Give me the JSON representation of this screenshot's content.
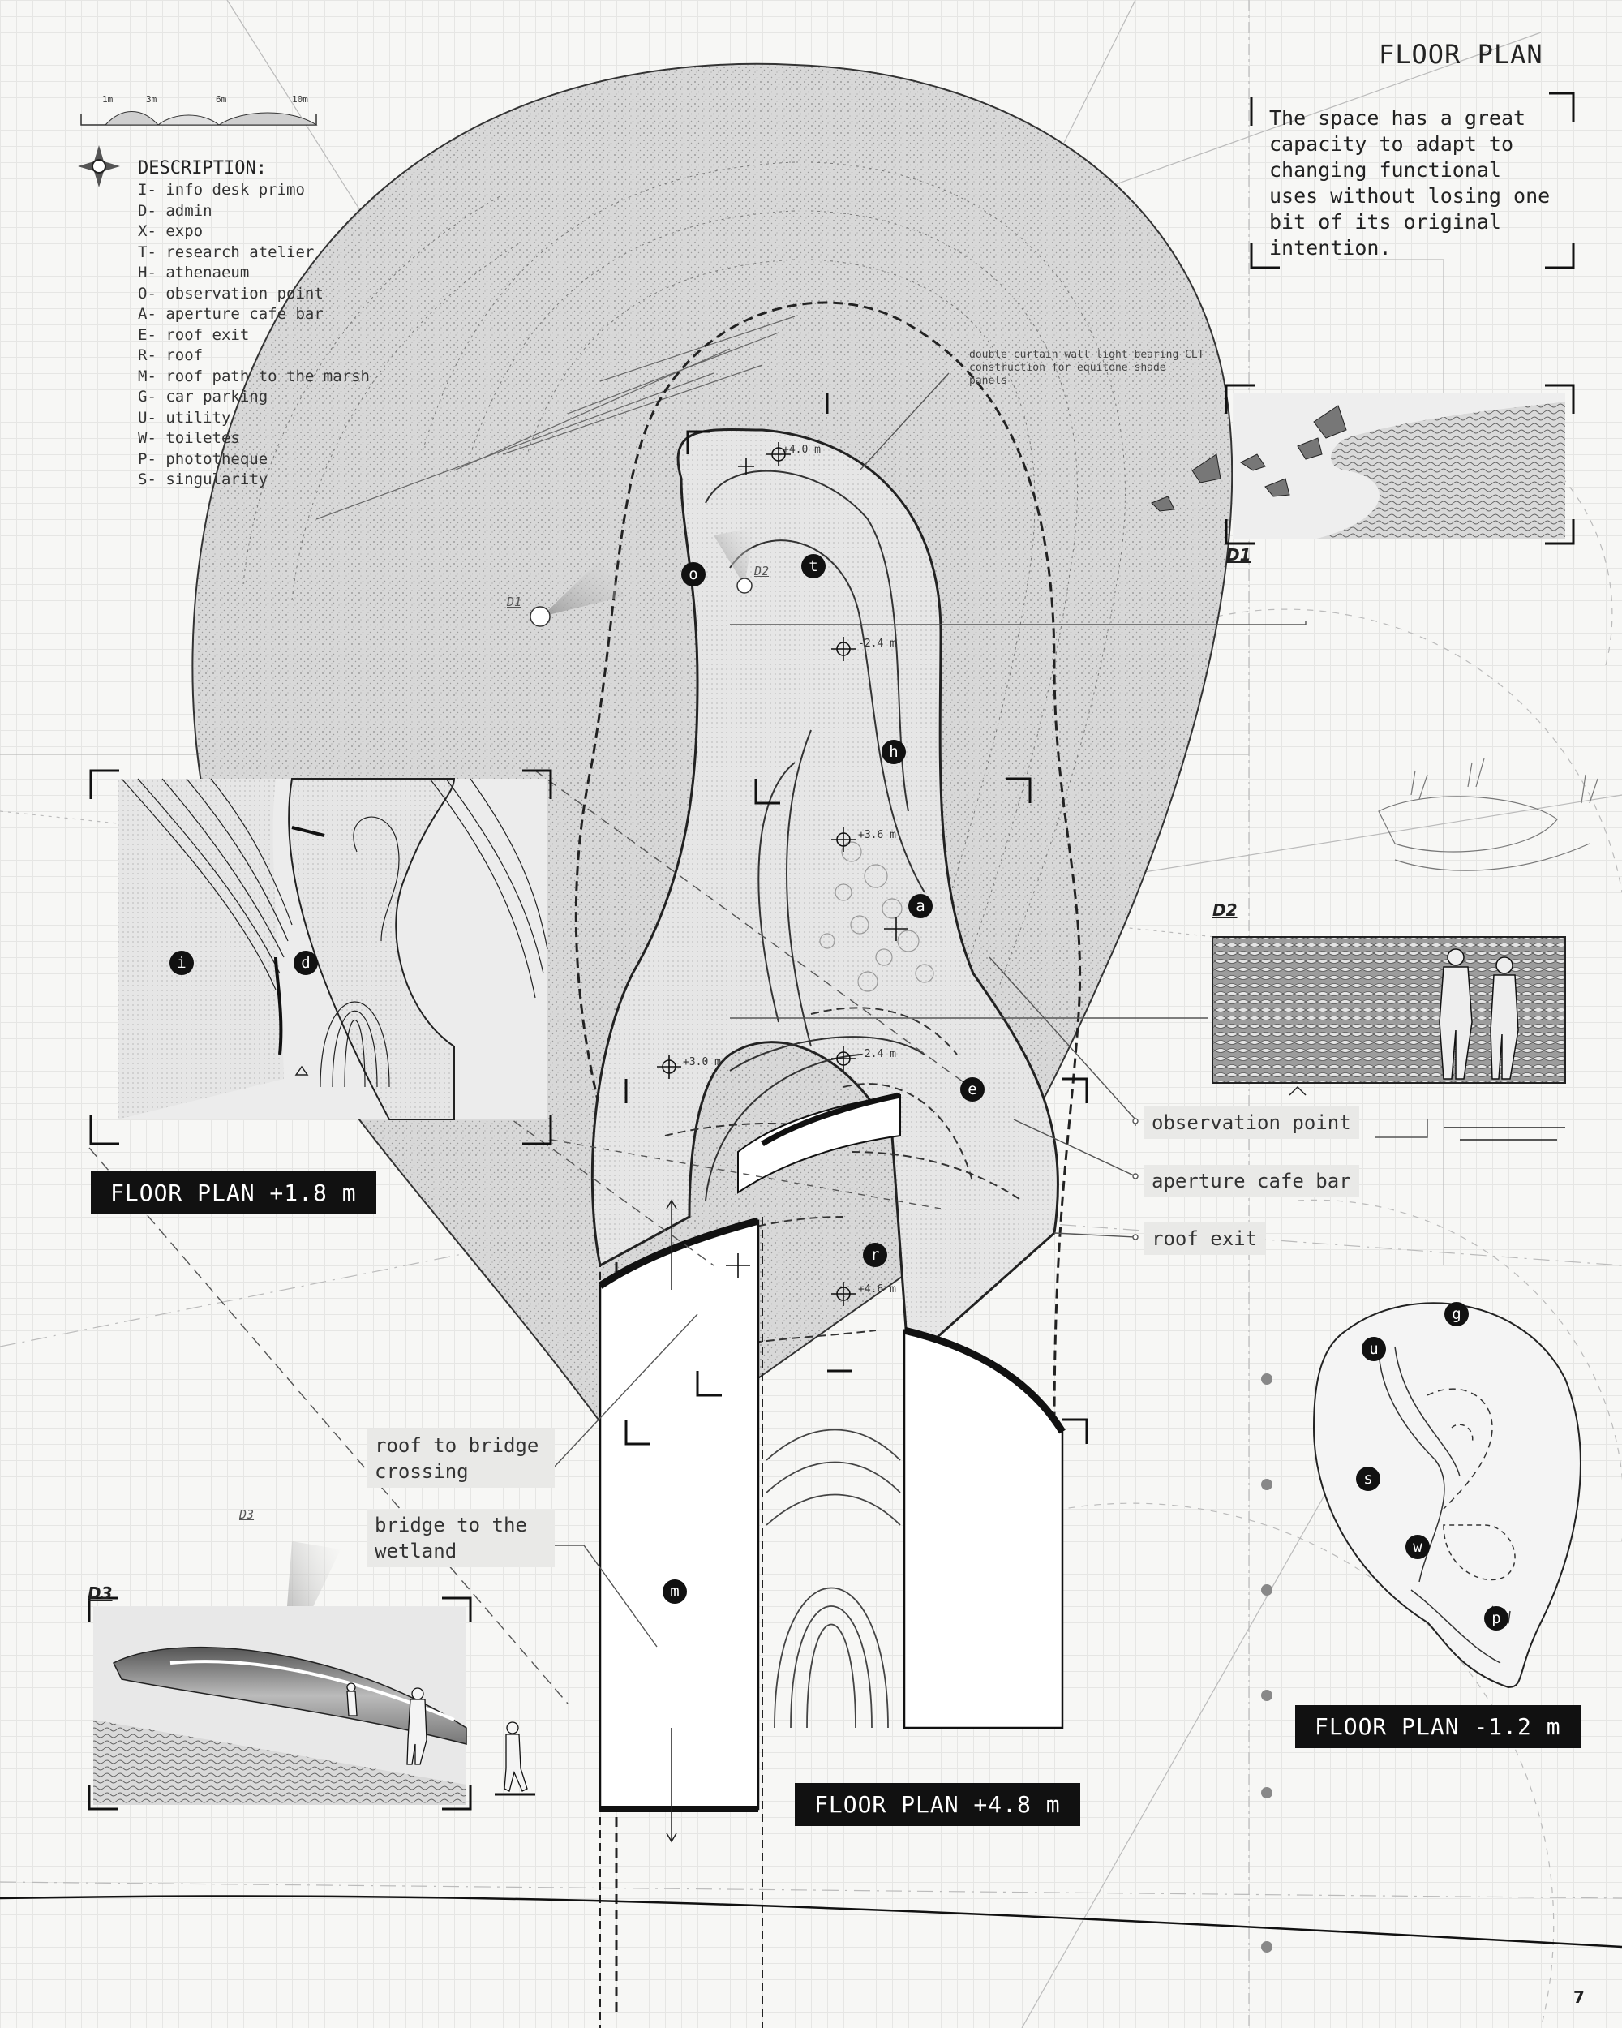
{
  "title": "FLOOR PLAN",
  "intro": "The space has a great capacity to adapt to changing functional uses without losing one bit of its original intention.",
  "scale_bar": [
    "1m",
    "3m",
    "6m",
    "10m"
  ],
  "description": {
    "heading": "DESCRIPTION:",
    "items": [
      "I- info desk primo",
      "D- admin",
      "X- expo",
      "T- research atelier",
      "H- athenaeum",
      "O- observation point",
      "A- aperture cafe bar",
      "E- roof exit",
      "R- roof",
      "M- roof path to the marsh",
      "G- car parking",
      "U- utility",
      "W- toiletes",
      "P- phototheque",
      "S- singularity"
    ]
  },
  "floor_plans": {
    "plus_1_8": "FLOOR PLAN +1.8 m",
    "plus_4_8": "FLOOR PLAN +4.8 m",
    "minus_1_2": "FLOOR PLAN -1.2 m"
  },
  "callouts": {
    "observation": "observation point",
    "aperture": "aperture cafe bar",
    "roof_exit": "roof exit",
    "roof_bridge": "roof to bridge crossing",
    "bridge_wetland": "bridge to the wetland"
  },
  "curtain_note": "double curtain wall light bearing CLT construction for equitone shade panels",
  "details": {
    "d1": "D1",
    "d2": "D2",
    "d3": "D3"
  },
  "elevations": {
    "e1": "+4.0 m",
    "e2": "-2.4 m",
    "e3": "+3.6 m",
    "e4": "+3.0 m",
    "e5": "-2.4 m",
    "e6": "+4.6 m"
  },
  "markers": {
    "o": "o",
    "t": "t",
    "h": "h",
    "a": "a",
    "e": "e",
    "r": "r",
    "m": "m",
    "i": "i",
    "d": "d",
    "g": "g",
    "u": "u",
    "s": "s",
    "w": "w",
    "p": "p"
  },
  "page_number": "7"
}
